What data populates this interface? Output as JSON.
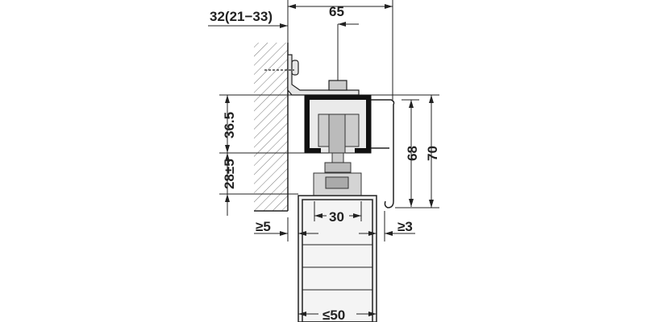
{
  "dimensions": {
    "wall_offset": "32(21−33)",
    "total_depth": "65",
    "rail_height_upper": "36.5",
    "rail_height_lower": "28±5",
    "fascia_height": "68",
    "total_height": "70",
    "wall_gap": "≥5",
    "fascia_gap": "≥3",
    "hanger_width": "30",
    "door_thickness": "≤50"
  },
  "colors": {
    "line": "#222222",
    "metal": "#d0d0d0",
    "dark": "#111111"
  }
}
